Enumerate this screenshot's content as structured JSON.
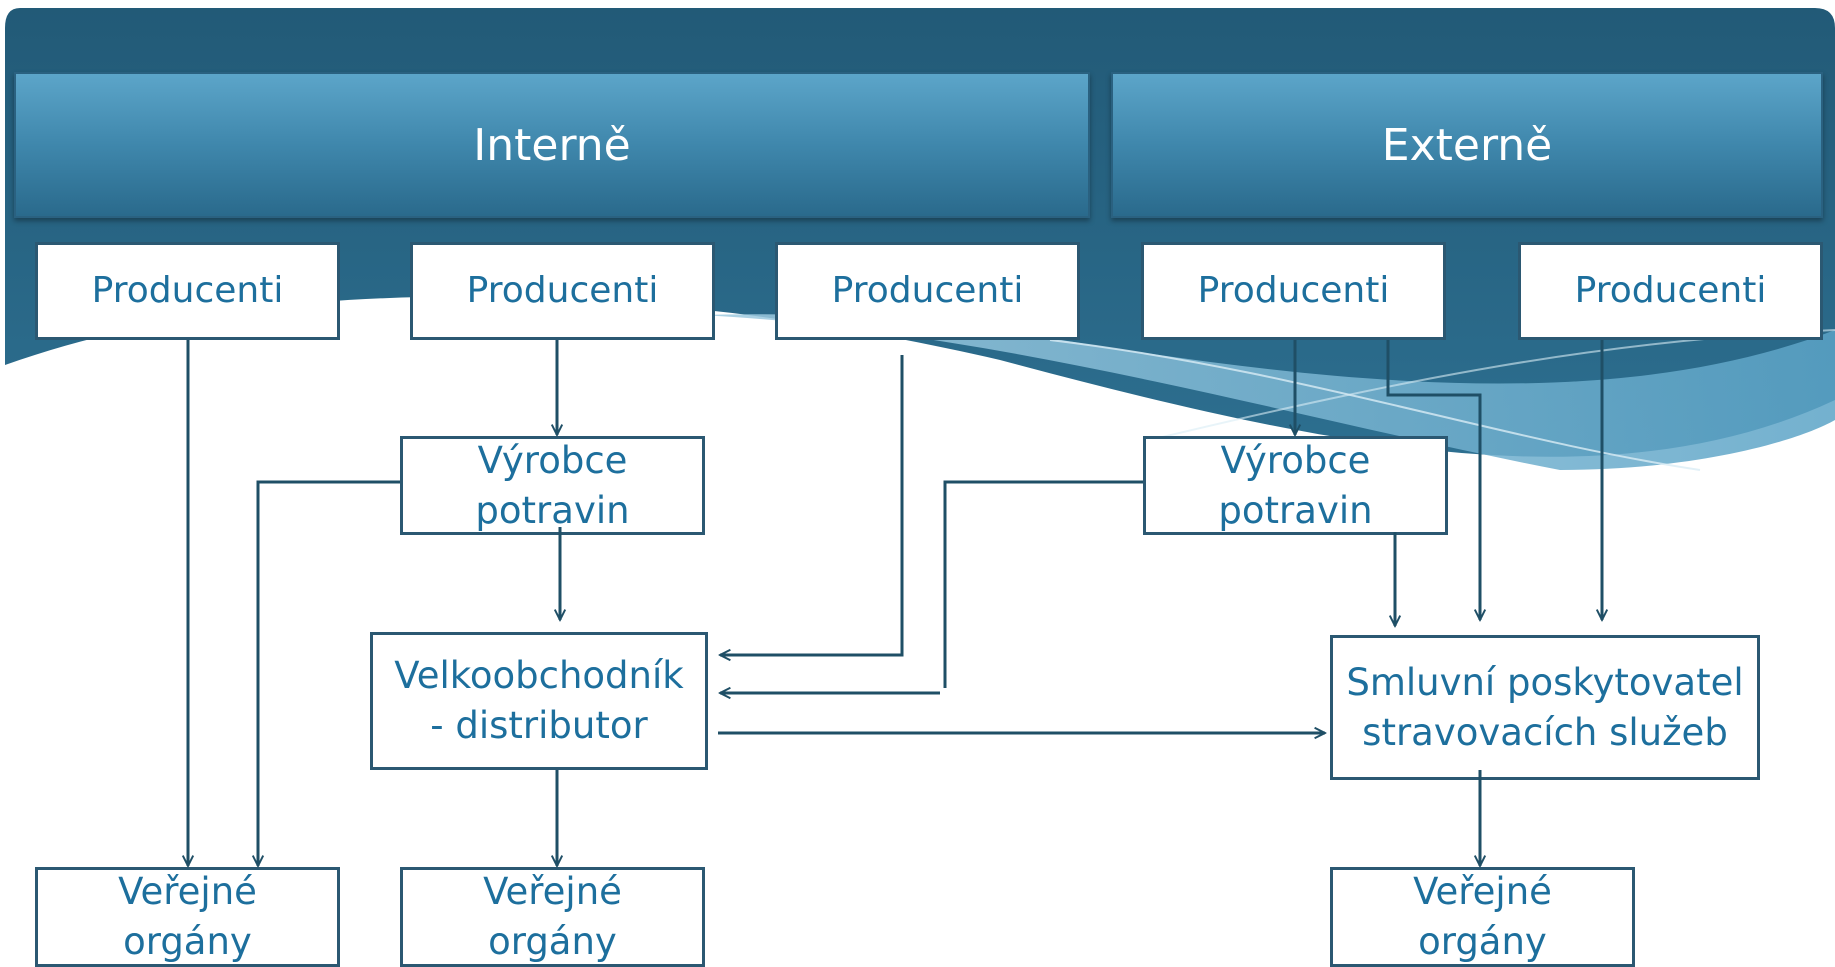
{
  "headers": {
    "internal": "Interně",
    "external": "Externě"
  },
  "nodes": {
    "producer_1": "Producenti",
    "producer_2": "Producenti",
    "producer_3": "Producenti",
    "producer_4": "Producenti",
    "producer_5": "Producenti",
    "food_manufacturer_internal": "Výrobce\npotravin",
    "food_manufacturer_external": "Výrobce\npotravin",
    "wholesaler": "Velkoobchodník\n- distributor",
    "catering_contractor": "Smluvní poskytovatel\nstravovacích služeb",
    "public_bodies_1": "Veřejné\norgány",
    "public_bodies_2": "Veřejné\norgány",
    "public_bodies_3": "Veřejné\norgány"
  },
  "colors": {
    "banner_dark": "#26627f",
    "header_gradient_top": "#5ca5c9",
    "box_text": "#1d6f9d",
    "box_border": "#2b5872",
    "connector": "#1f4f66"
  }
}
